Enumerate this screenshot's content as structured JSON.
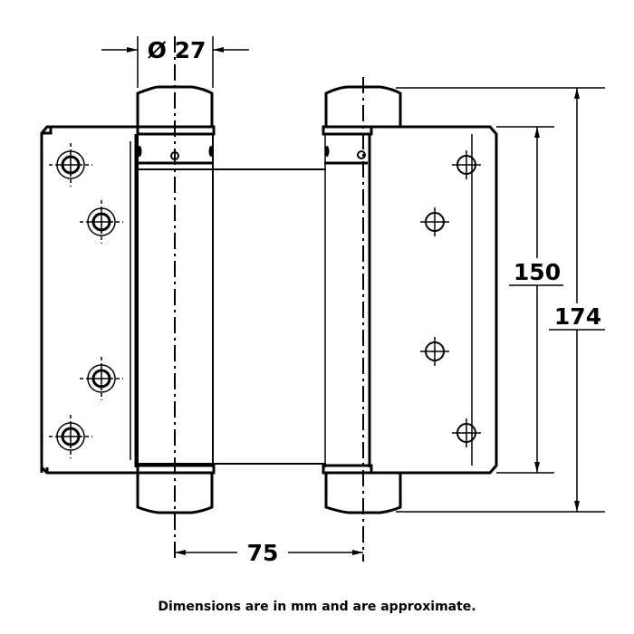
{
  "drawing": {
    "title": "Double action spring hinge",
    "dimensions": {
      "diameter": "Ø 27",
      "spacing": "75",
      "leaf_height": "150",
      "overall_height": "174"
    },
    "caption": "Dimensions are in mm and are approximate."
  }
}
